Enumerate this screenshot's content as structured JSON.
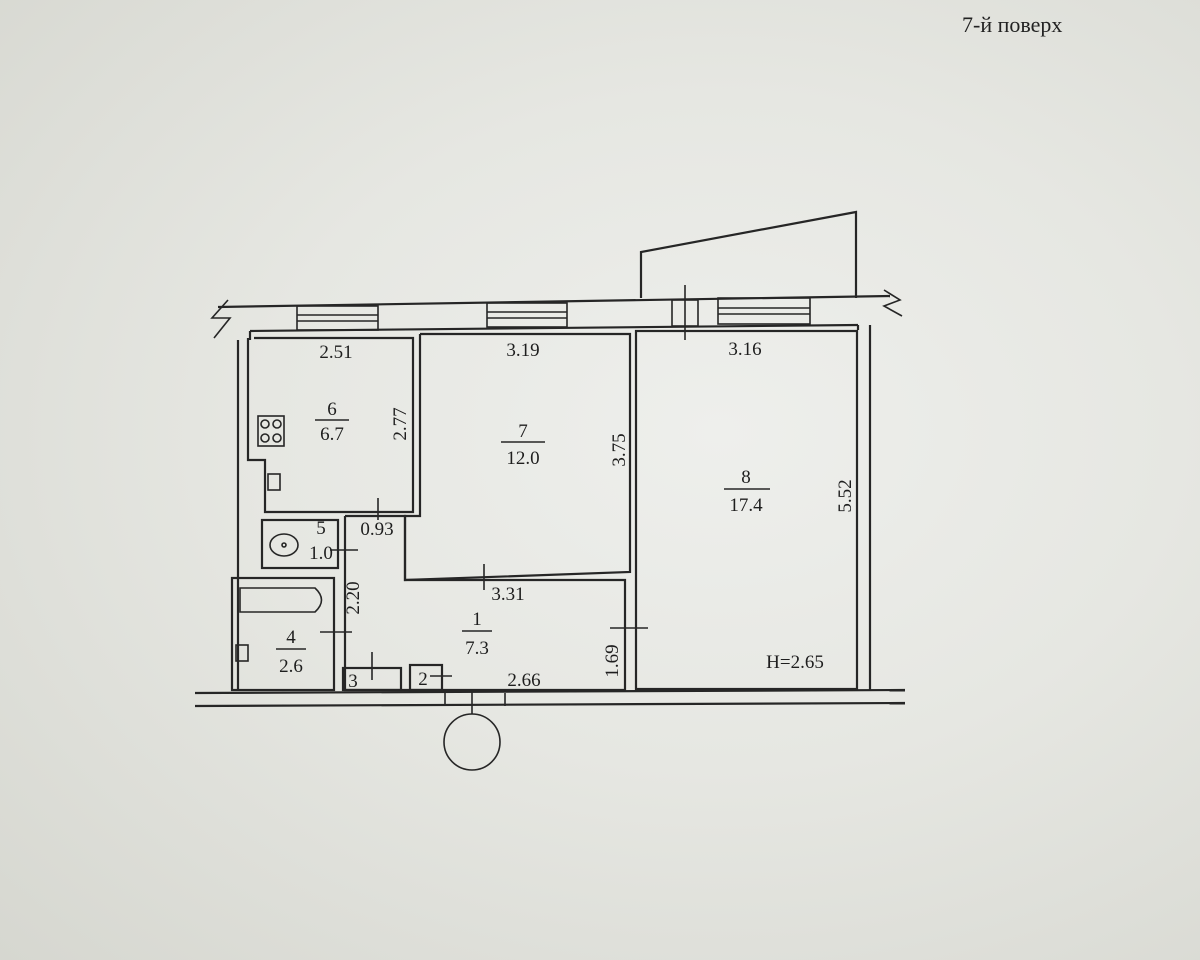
{
  "header": {
    "floor_label": "7-й поверх"
  },
  "rooms": [
    {
      "number": "6",
      "area": "6.7"
    },
    {
      "number": "7",
      "area": "12.0"
    },
    {
      "number": "8",
      "area": "17.4"
    },
    {
      "number": "5",
      "area": "1.0"
    },
    {
      "number": "4",
      "area": "2.6"
    },
    {
      "number": "1",
      "area": "7.3"
    },
    {
      "number": "3"
    },
    {
      "number": "2"
    }
  ],
  "dimensions": {
    "kitchen_width": "2.51",
    "kitchen_length": "2.77",
    "room7_width": "3.19",
    "room7_length": "3.75",
    "room8_width": "3.16",
    "room8_length": "5.52",
    "wc_width": "0.93",
    "corridor_a": "2.20",
    "corridor_b": "3.31",
    "corridor_c": "1.69",
    "corridor_d": "2.66"
  },
  "ceiling_height": "H=2.65"
}
